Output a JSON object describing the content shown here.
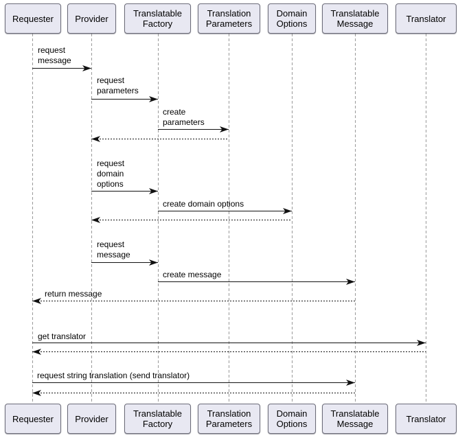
{
  "diagram": {
    "type": "uml-sequence-diagram",
    "participants": [
      {
        "id": "requester",
        "label": "Requester"
      },
      {
        "id": "provider",
        "label": "Provider"
      },
      {
        "id": "translatable-factory",
        "label": "Translatable Factory"
      },
      {
        "id": "translation-parameters",
        "label": "Translation Parameters"
      },
      {
        "id": "domain-options",
        "label": "Domain Options"
      },
      {
        "id": "translatable-message",
        "label": "Translatable Message"
      },
      {
        "id": "translator",
        "label": "Translator"
      }
    ],
    "messages": [
      {
        "n": 1,
        "label": "request\nmessage",
        "from": "Requester",
        "to": "Provider",
        "style": "solid"
      },
      {
        "n": 2,
        "label": "request\nparameters",
        "from": "Provider",
        "to": "Translatable Factory",
        "style": "solid"
      },
      {
        "n": 3,
        "label": "create\nparameters",
        "from": "Translatable Factory",
        "to": "Translation Parameters",
        "style": "solid"
      },
      {
        "n": 4,
        "label": "",
        "from": "Translation Parameters",
        "to": "Provider",
        "style": "dashed-return"
      },
      {
        "n": 5,
        "label": "request\ndomain\noptions",
        "from": "Provider",
        "to": "Translatable Factory",
        "style": "solid"
      },
      {
        "n": 6,
        "label": "create domain options",
        "from": "Translatable Factory",
        "to": "Domain Options",
        "style": "solid"
      },
      {
        "n": 7,
        "label": "",
        "from": "Domain Options",
        "to": "Provider",
        "style": "dashed-return"
      },
      {
        "n": 8,
        "label": "request\nmessage",
        "from": "Provider",
        "to": "Translatable Factory",
        "style": "solid"
      },
      {
        "n": 9,
        "label": "create message",
        "from": "Translatable Factory",
        "to": "Translatable Message",
        "style": "solid"
      },
      {
        "n": 10,
        "label": "return message",
        "from": "Translatable Message",
        "to": "Requester",
        "style": "dashed-return"
      },
      {
        "n": 11,
        "label": "get translator",
        "from": "Requester",
        "to": "Translator",
        "style": "solid"
      },
      {
        "n": 12,
        "label": "",
        "from": "Translator",
        "to": "Requester",
        "style": "dashed-return"
      },
      {
        "n": 13,
        "label": "request string translation (send translator)",
        "from": "Requester",
        "to": "Translatable Message",
        "style": "solid"
      },
      {
        "n": 14,
        "label": "",
        "from": "Translatable Message",
        "to": "Requester",
        "style": "dashed-return"
      }
    ],
    "colors": {
      "participant_fill": "#e8e8f2",
      "participant_border": "#6b6b78",
      "lifeline": "#999999",
      "message_line": "#111111",
      "text": "#000000",
      "background": "#ffffff"
    }
  }
}
